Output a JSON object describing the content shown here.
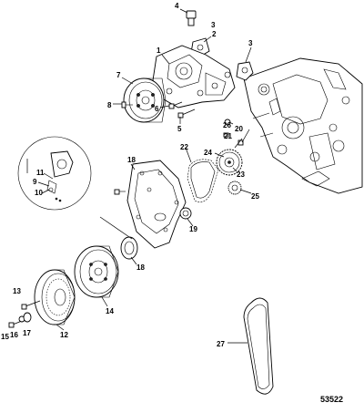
{
  "diagram": {
    "reference_number": "53522",
    "callouts": [
      "1",
      "2",
      "3",
      "3",
      "4",
      "5",
      "6",
      "7",
      "8",
      "9",
      "10",
      "11",
      "12",
      "13",
      "14",
      "15",
      "16",
      "17",
      "18",
      "18",
      "19",
      "20",
      "21",
      "22",
      "23",
      "24",
      "25",
      "26",
      "27"
    ]
  }
}
